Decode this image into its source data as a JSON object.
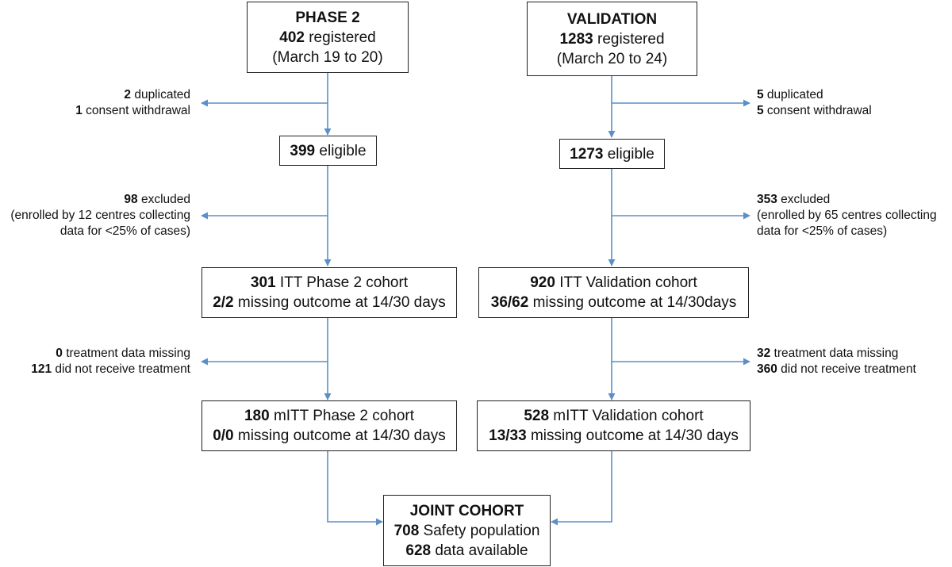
{
  "phase2": {
    "title": "PHASE 2",
    "registered_n": "402",
    "registered_text": " registered",
    "dates": "(March 19 to 20)",
    "excl1": {
      "n1": "2",
      "t1": " duplicated",
      "n2": "1",
      "t2": " consent withdrawal"
    },
    "eligible_n": "399",
    "eligible_text": " eligible",
    "excl2": {
      "n1": "98",
      "t1": " excluded",
      "l2": "(enrolled by 12 centres collecting",
      "l3": "data for <25% of cases)"
    },
    "itt_n": "301",
    "itt_text": " ITT Phase 2 cohort",
    "itt_missing_n": "2/2",
    "itt_missing_text": " missing outcome at 14/30 days",
    "excl3": {
      "n1": "0",
      "t1": " treatment data missing",
      "n2": "121",
      "t2": " did not receive treatment"
    },
    "mitt_n": "180",
    "mitt_text": " mITT Phase 2 cohort",
    "mitt_missing_n": "0/0",
    "mitt_missing_text": " missing outcome at 14/30 days"
  },
  "validation": {
    "title": "VALIDATION",
    "registered_n": "1283",
    "registered_text": " registered",
    "dates": "(March 20 to 24)",
    "excl1": {
      "n1": "5",
      "t1": " duplicated",
      "n2": "5",
      "t2": " consent withdrawal"
    },
    "eligible_n": "1273",
    "eligible_text": " eligible",
    "excl2": {
      "n1": "353",
      "t1": " excluded",
      "l2": "(enrolled by 65 centres collecting",
      "l3": "data for <25% of cases)"
    },
    "itt_n": "920",
    "itt_text": " ITT Validation cohort",
    "itt_missing_n": "36/62",
    "itt_missing_text": " missing outcome at 14/30days",
    "excl3": {
      "n1": "32",
      "t1": " treatment data missing",
      "n2": "360",
      "t2": " did not receive treatment"
    },
    "mitt_n": "528",
    "mitt_text": " mITT Validation cohort",
    "mitt_missing_n": "13/33",
    "mitt_missing_text": " missing outcome at 14/30 days"
  },
  "joint": {
    "title": "JOINT COHORT",
    "safety_n": "708",
    "safety_text": " Safety population",
    "data_n": "628",
    "data_text": " data available"
  },
  "colors": {
    "arrow": "#5b8fc7",
    "border": "#222222"
  }
}
